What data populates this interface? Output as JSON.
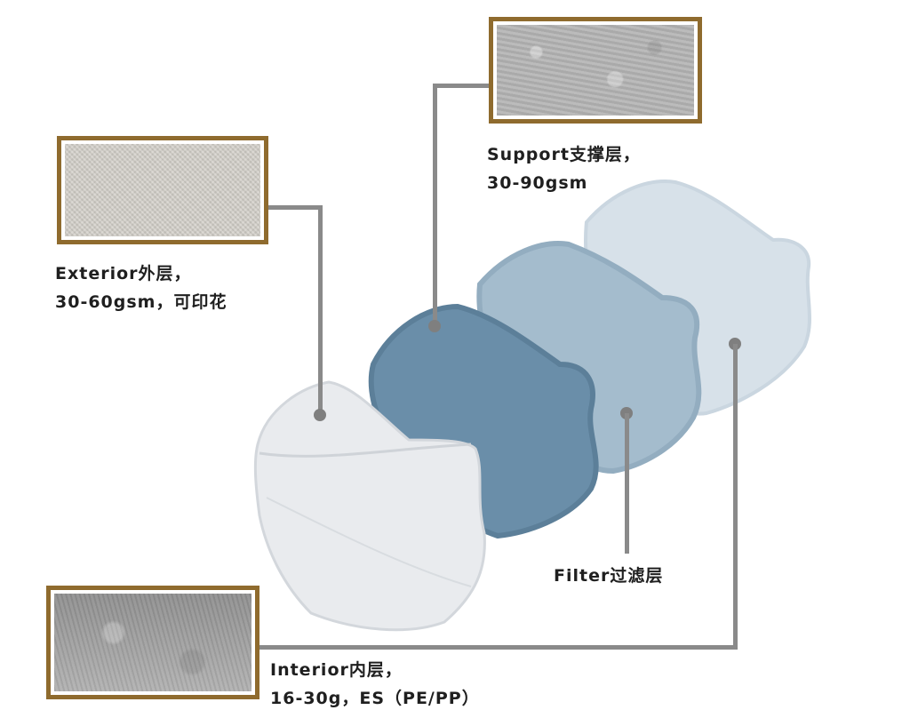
{
  "diagram": {
    "type": "mask-layer-exploded-view",
    "colors": {
      "frame": "#8f6b2e",
      "connector": "#8a8a8a",
      "exterior_layer": "#e8eaec",
      "support_layer": "#6a8ea9",
      "filter_layer": "#a4bccd",
      "interior_layer": "#d7e1e9"
    },
    "layers": [
      {
        "id": "exterior",
        "title": "Exterior外层，",
        "detail": "30-60gsm，可印花"
      },
      {
        "id": "support",
        "title": "Support支撑层，",
        "detail": "30-90gsm"
      },
      {
        "id": "filter",
        "title": "Filter过滤层",
        "detail": ""
      },
      {
        "id": "interior",
        "title": "Interior内层，",
        "detail": "16-30g，ES（PE/PP）"
      }
    ]
  }
}
